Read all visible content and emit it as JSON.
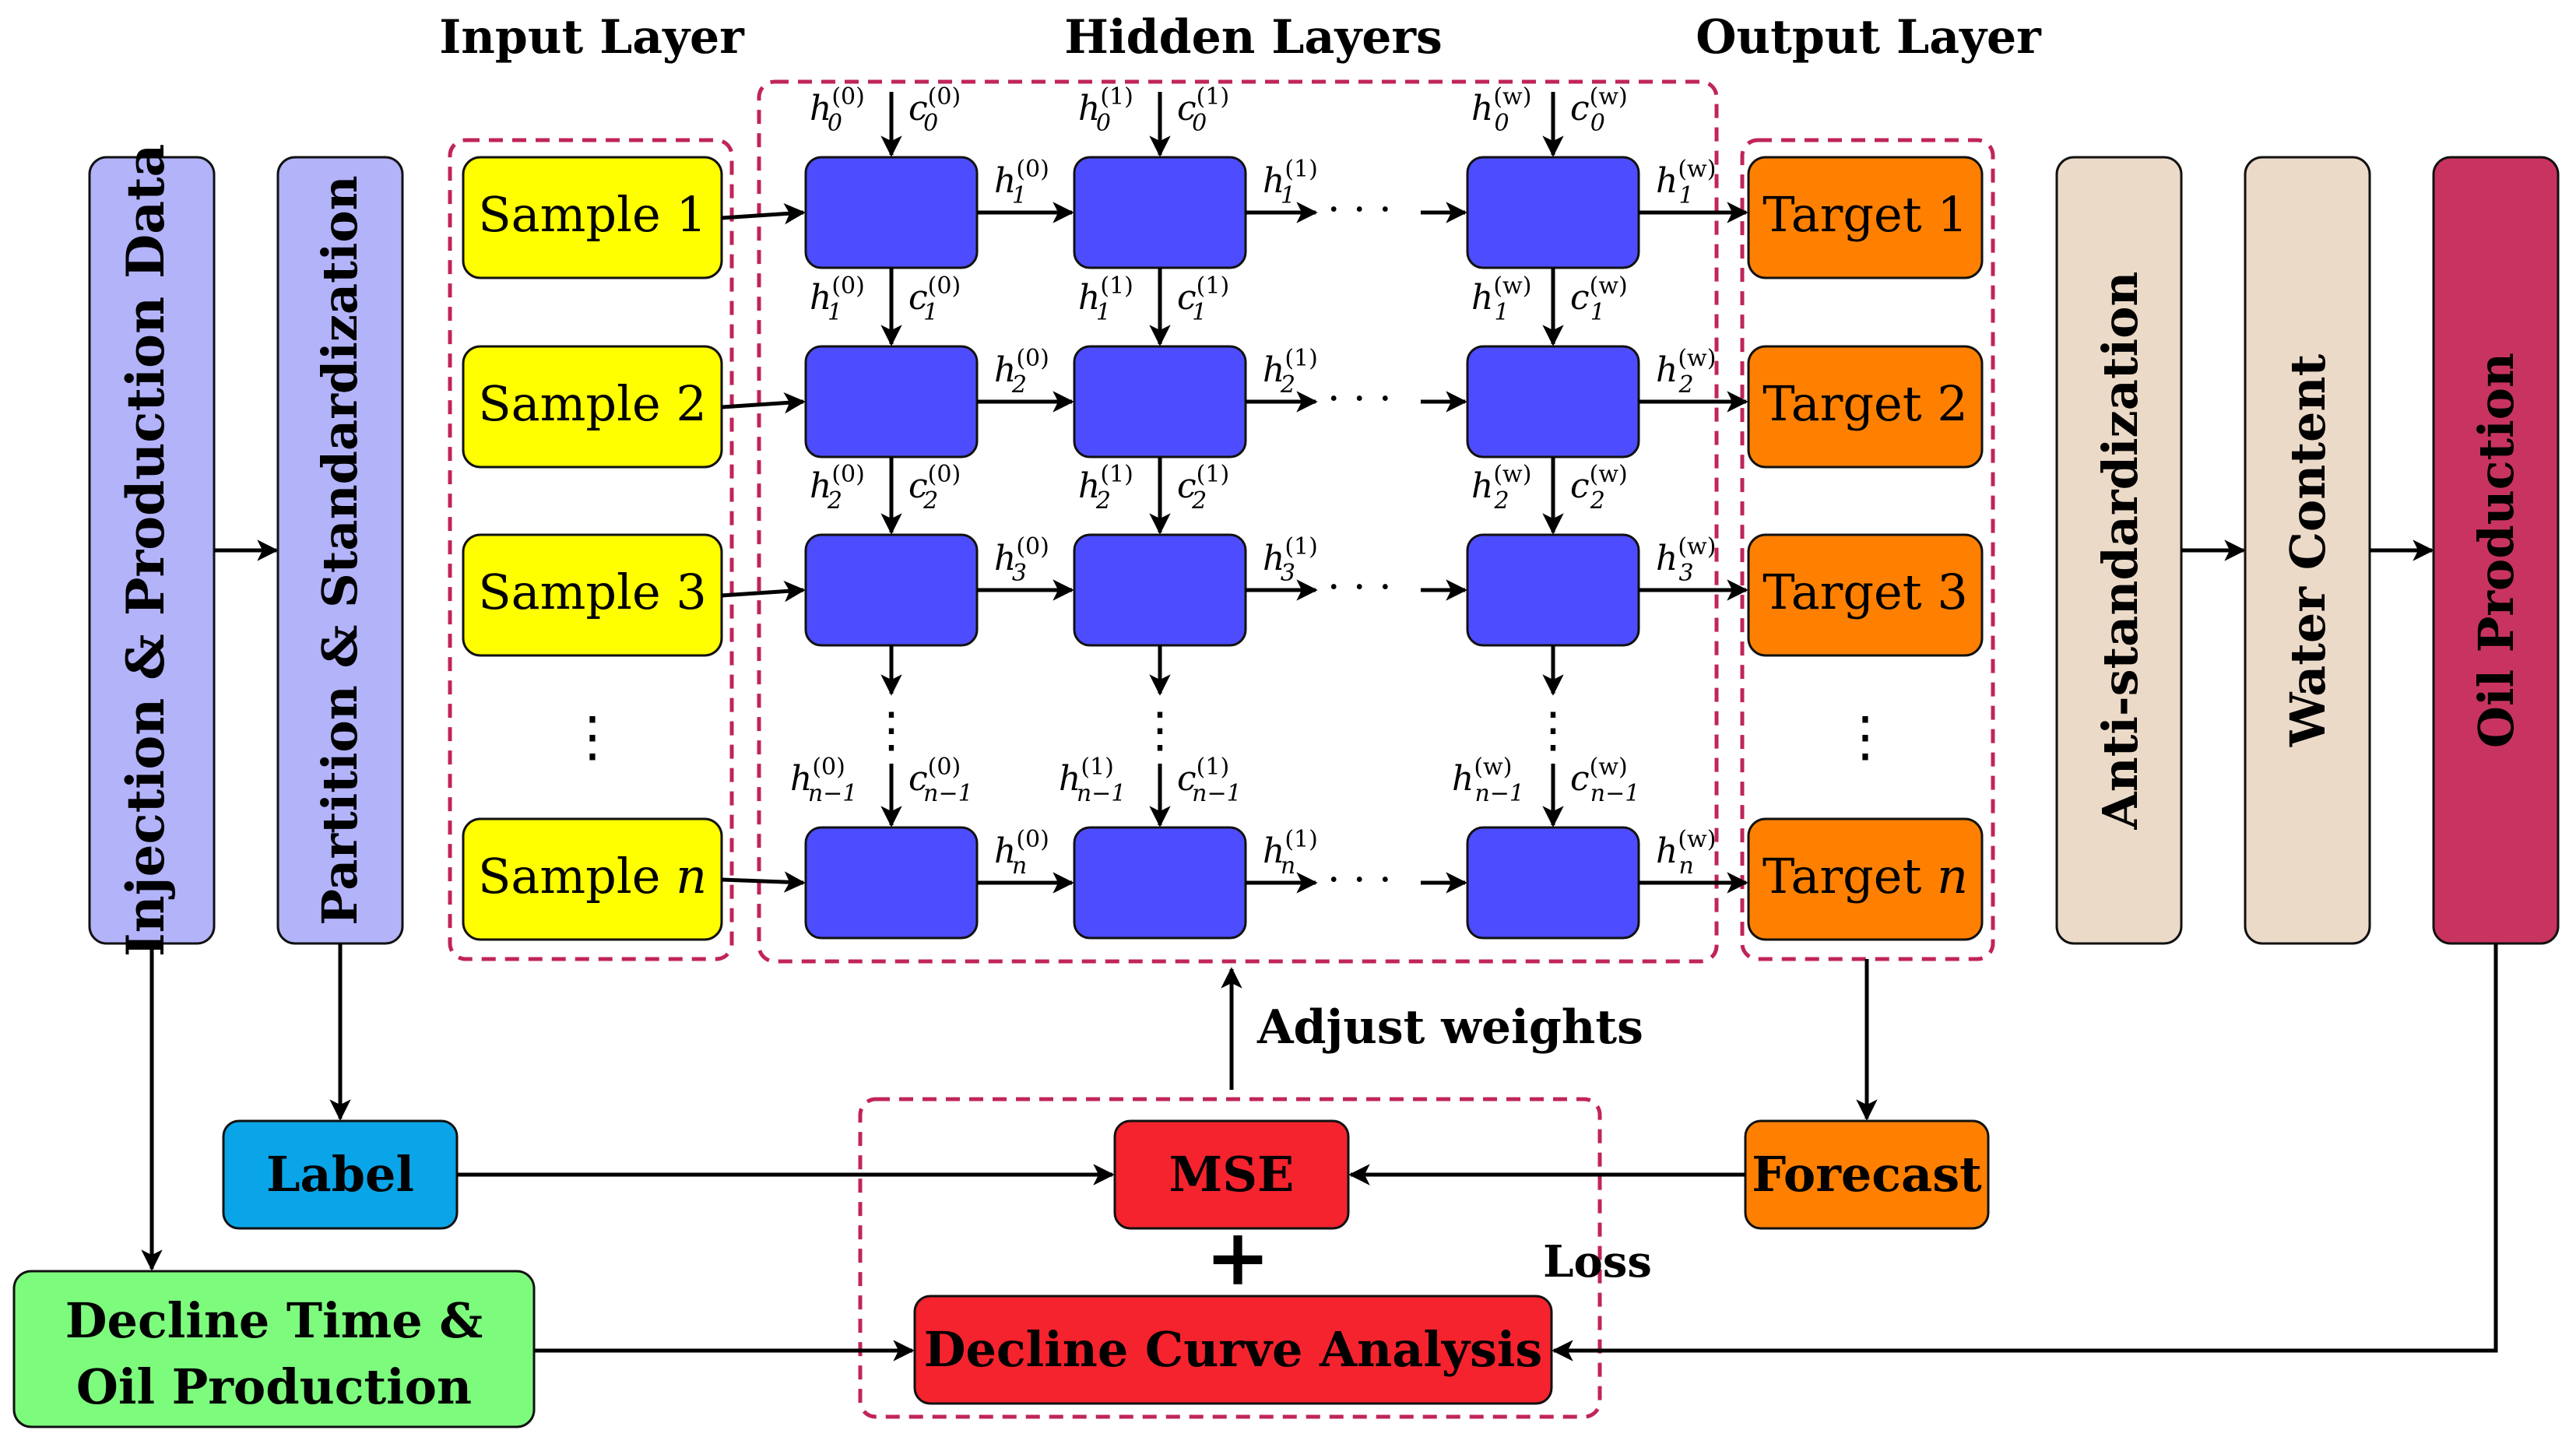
{
  "headers": {
    "input": "Input Layer",
    "hidden": "Hidden Layers",
    "output": "Output Layer"
  },
  "left_columns": {
    "injection": "Injection & Production Data",
    "partition": "Partition & Standardization"
  },
  "samples": [
    "Sample 1",
    "Sample 2",
    "Sample 3"
  ],
  "sample_n_prefix": "Sample",
  "targets": [
    "Target 1",
    "Target 2",
    "Target 3"
  ],
  "target_n_prefix": "Target",
  "n_symbol": "n",
  "right_columns": {
    "anti": "Anti-standardization",
    "water": "Water Content",
    "oil": "Oil Production"
  },
  "bottom": {
    "label": "Label",
    "mse": "MSE",
    "forecast": "Forecast",
    "plus": "+",
    "loss": "Loss",
    "dca": "Decline Curve Analysis",
    "decline_line1": "Decline Time &",
    "decline_line2": "Oil Production",
    "adjust": "Adjust weights"
  },
  "symbols": {
    "h": "h",
    "c": "c",
    "sup_cols": [
      "(0)",
      "(1)",
      "(w)"
    ],
    "sub_rows": [
      "0",
      "1",
      "2",
      "n−1"
    ],
    "out_sub_rows": [
      "1",
      "2",
      "3",
      "n"
    ],
    "hdots": "· · ·",
    "vdots": "⋮"
  },
  "colors": {
    "lavender": "#b3b3fa",
    "yellow": "#ffff00",
    "blue_cell": "#4d4dff",
    "orange": "#ff8000",
    "beige": "#ecdac8",
    "crimson": "#c8345f",
    "cyan": "#0aa5e8",
    "red": "#f4232e",
    "green": "#7dfb7d",
    "dashed": "#c0245a"
  }
}
